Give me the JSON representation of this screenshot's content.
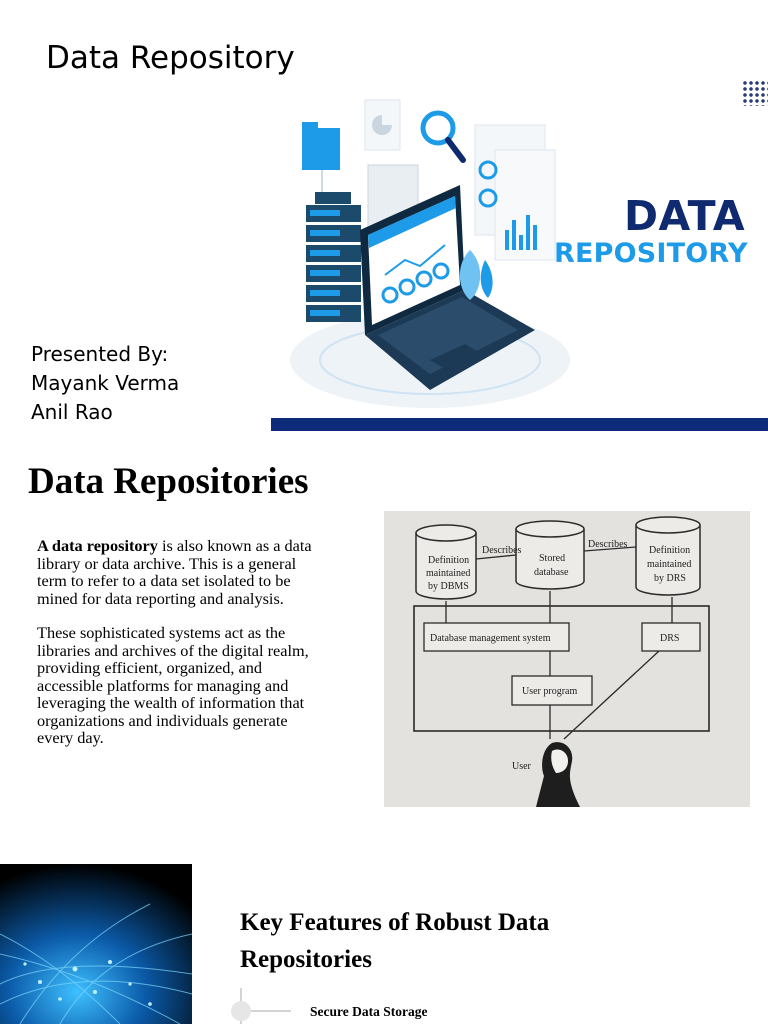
{
  "slide1": {
    "title": "Data Repository",
    "brand_line1": "DATA",
    "brand_line2": "REPOSITORY",
    "presented_label": "Presented By:",
    "presenters": [
      "Mayank Verma",
      "Anil Rao"
    ],
    "colors": {
      "navy": "#0d2b78",
      "brand_dark": "#0f2a6e",
      "brand_light": "#1d9be8"
    }
  },
  "slide2": {
    "title": "Data Repositories",
    "para1_bold": "A data repository",
    "para1_rest": " is also known as a data library or data archive. This is a general term to refer to a data set isolated to be mined for data reporting and analysis.",
    "para2": "These sophisticated systems act as the libraries and archives of the digital realm, providing efficient, organized, and accessible platforms for managing and leveraging the wealth of information that organizations and individuals generate every day.",
    "diagram": {
      "definition_dbms": [
        "Definition",
        "maintained",
        "by DBMS"
      ],
      "describes": "Describes",
      "stored_database": [
        "Stored",
        "database"
      ],
      "definition_drs": [
        "Definition",
        "maintained",
        "by DRS"
      ],
      "dbms_box": "Database management system",
      "drs_box": "DRS",
      "user_program": "User program",
      "user": "User"
    }
  },
  "slide3": {
    "title": "Key Features of Robust Data Repositories",
    "features": [
      "Secure Data Storage"
    ]
  }
}
